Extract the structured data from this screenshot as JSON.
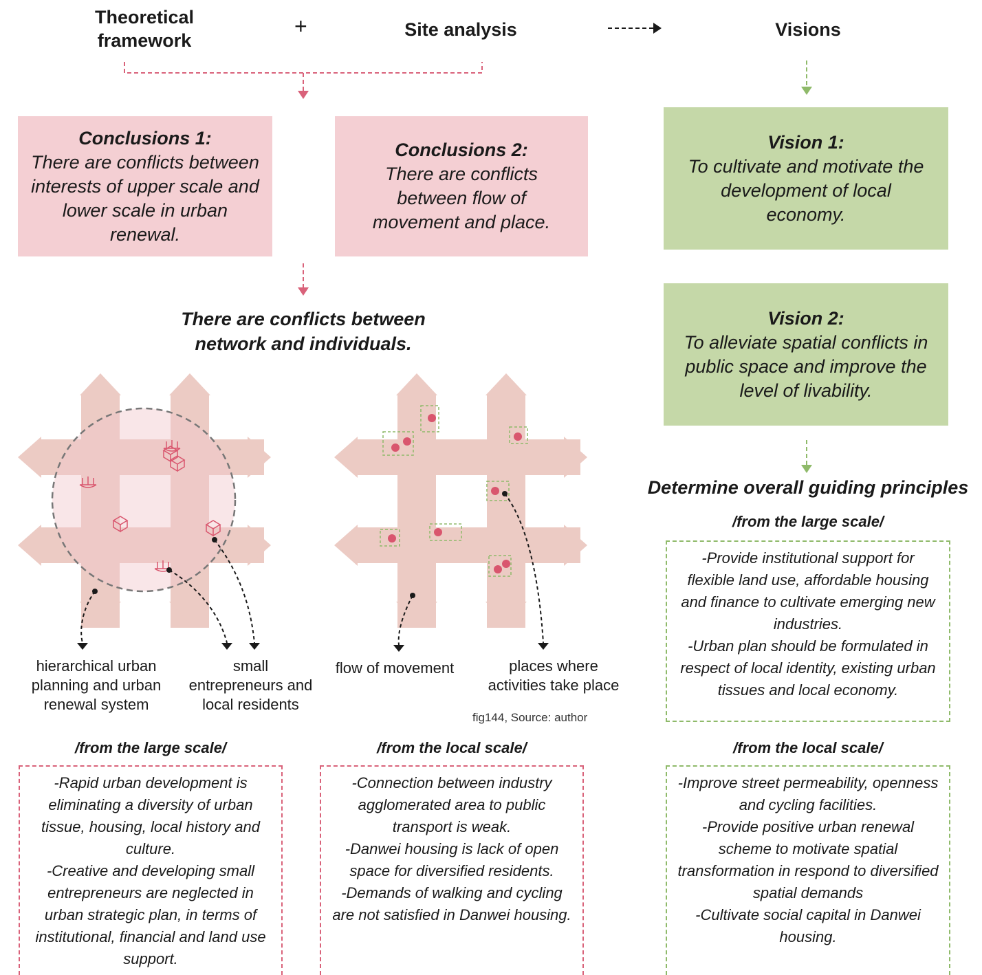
{
  "header": {
    "theory": "Theoretical\nframework",
    "plus": "+",
    "site": "Site analysis",
    "visions": "Visions"
  },
  "conclusions": [
    {
      "title": "Conclusions 1:",
      "text": "There are conflicts between interests of upper scale and lower scale in urban renewal."
    },
    {
      "title": "Conclusions 2:",
      "text": "There are conflicts between flow of movement and place."
    }
  ],
  "visions": [
    {
      "title": "Vision 1:",
      "text": "To cultivate and motivate the development of local economy."
    },
    {
      "title": "Vision 2:",
      "text": "To alleviate spatial conflicts in public space and improve the level of livability."
    }
  ],
  "network_conflict": "There are conflicts between\nnetwork and individuals.",
  "diagram_labels": {
    "hierarchical": "hierarchical urban\nplanning and urban\nrenewal system",
    "small": "small\nentrepreneurs and\nlocal residents",
    "flow": "flow of movement",
    "places": "places where\nactivities take place"
  },
  "caption": "fig144, Source: author",
  "guiding": "Determine overall guiding principles",
  "scales": {
    "large": "/from the large scale/",
    "local": "/from the local scale/"
  },
  "boxes": {
    "large_left": "-Rapid urban development is eliminating a diversity of urban tissue, housing, local history and culture.\n-Creative and developing small entrepreneurs are neglected in urban strategic plan, in terms of institutional, financial and land use support.",
    "local_mid": "-Connection between industry agglomerated area to public transport is weak.\n-Danwei housing is lack of open space for diversified residents.\n-Demands of walking and cycling are not satisfied in Danwei housing.",
    "large_right": "-Provide institutional support for flexible land use, affordable housing and finance to cultivate emerging new industries.\n-Urban plan should be formulated in respect of local identity, existing urban tissues and local economy.",
    "local_right": "-Improve street permeability, openness and cycling facilities.\n-Provide positive urban renewal scheme to motivate spatial transformation in respond to diversified spatial demands\n-Cultivate social capital in Danwei housing."
  },
  "colors": {
    "pink": "#f4cfd3",
    "green": "#c5d8a8",
    "road": "#eccbc4",
    "dot": "#d9566e",
    "pink_line": "#d9627a",
    "green_line": "#8fba6a"
  }
}
